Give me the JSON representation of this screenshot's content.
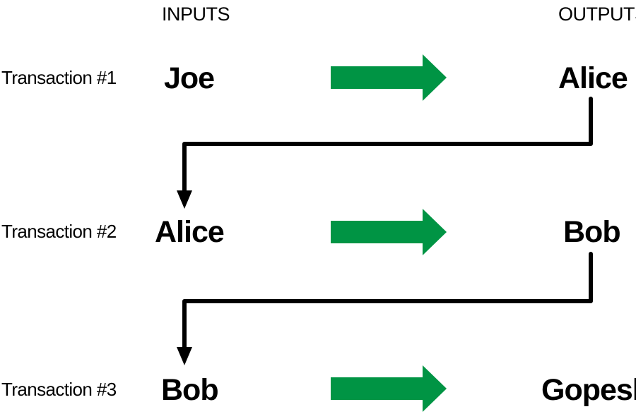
{
  "headers": {
    "inputs": "INPUTS",
    "outputs": "OUTPUTS"
  },
  "transactions": [
    {
      "label": "Transaction #1",
      "input": "Joe",
      "output": "Alice"
    },
    {
      "label": "Transaction #2",
      "input": "Alice",
      "output": "Bob"
    },
    {
      "label": "Transaction #3",
      "input": "Bob",
      "output": "Gopesh"
    }
  ],
  "colors": {
    "arrow": "#009444",
    "connector": "#000000",
    "text": "#000000"
  },
  "icons": {
    "transfer_arrow": "right-arrow-icon",
    "chain_connector": "elbow-down-arrow-icon"
  }
}
